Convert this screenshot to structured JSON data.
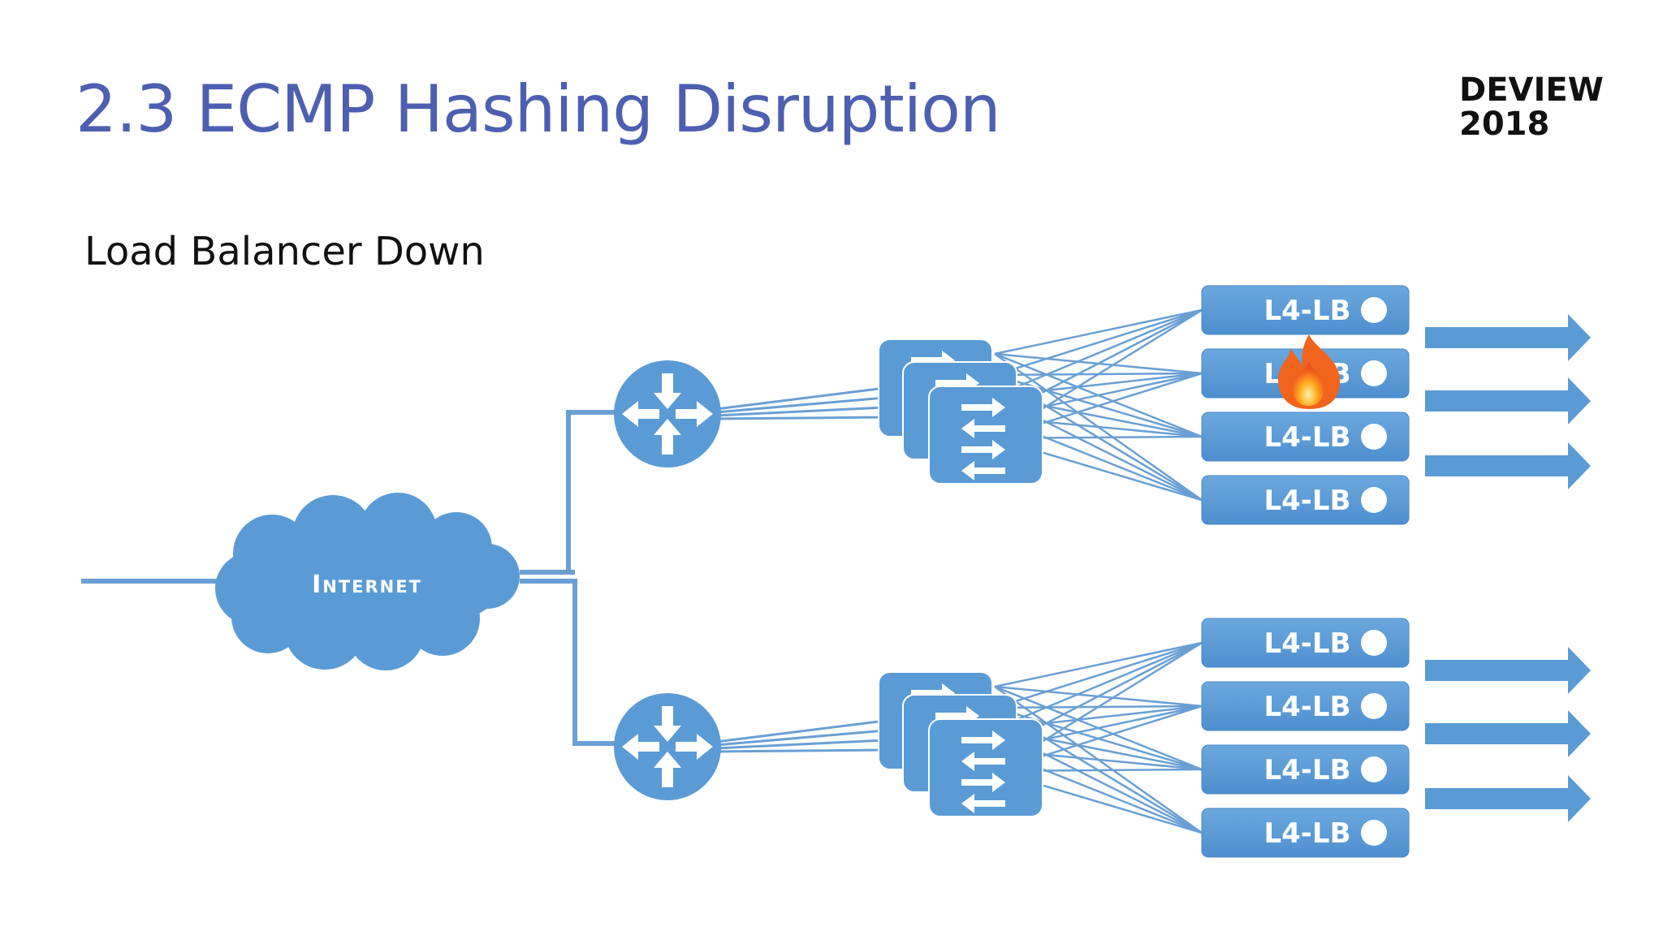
{
  "title": "2.3 ECMP Hashing Disruption",
  "brand": {
    "line1": "DEVIEW",
    "line2": "2018"
  },
  "subtitle": "Load Balancer Down",
  "internet_label": "Internet",
  "lb_label": "L4-LB",
  "lb_groups": [
    {
      "name": "top",
      "items": [
        "L4-LB",
        "L4-LB",
        "L4-LB",
        "L4-LB"
      ],
      "down_index": 1
    },
    {
      "name": "bottom",
      "items": [
        "L4-LB",
        "L4-LB",
        "L4-LB",
        "L4-LB"
      ],
      "down_index": -1
    }
  ],
  "icons": {
    "router": "router-icon",
    "switch": "switch-stack-icon",
    "cloud": "cloud-icon",
    "fire": "fire-icon",
    "arrow": "right-arrow-icon"
  },
  "colors": {
    "title": "#4d5fb0",
    "device": "#5b9bd5",
    "line": "#6a9fd4",
    "fire": "#f0641e"
  }
}
